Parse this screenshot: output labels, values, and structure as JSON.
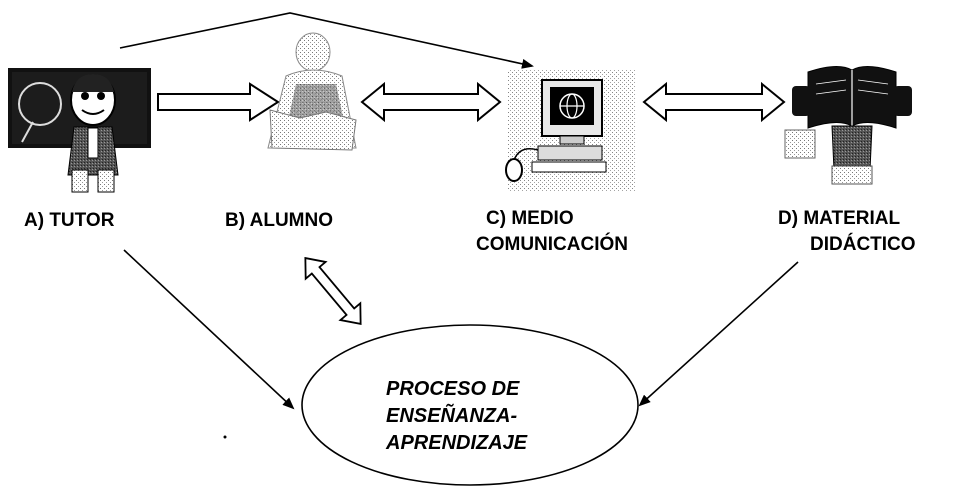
{
  "nodes": {
    "tutor": {
      "label": "A) TUTOR"
    },
    "alumno": {
      "label": "B) ALUMNO"
    },
    "medio": {
      "label_line1": "C) MEDIO",
      "label_line2": "COMUNICACIÓN"
    },
    "material": {
      "label_line1": "D) MATERIAL",
      "label_line2": "DIDÁCTICO"
    }
  },
  "process": {
    "line1": "PROCESO DE",
    "line2": "ENSEÑANZA-",
    "line3": "APRENDIZAJE"
  },
  "icons": {
    "tutor": "teacher-at-chalkboard-icon",
    "alumno": "student-reading-icon",
    "medio": "computer-icon",
    "material": "book-icon"
  },
  "colors": {
    "ink": "#000000",
    "background": "#ffffff"
  }
}
